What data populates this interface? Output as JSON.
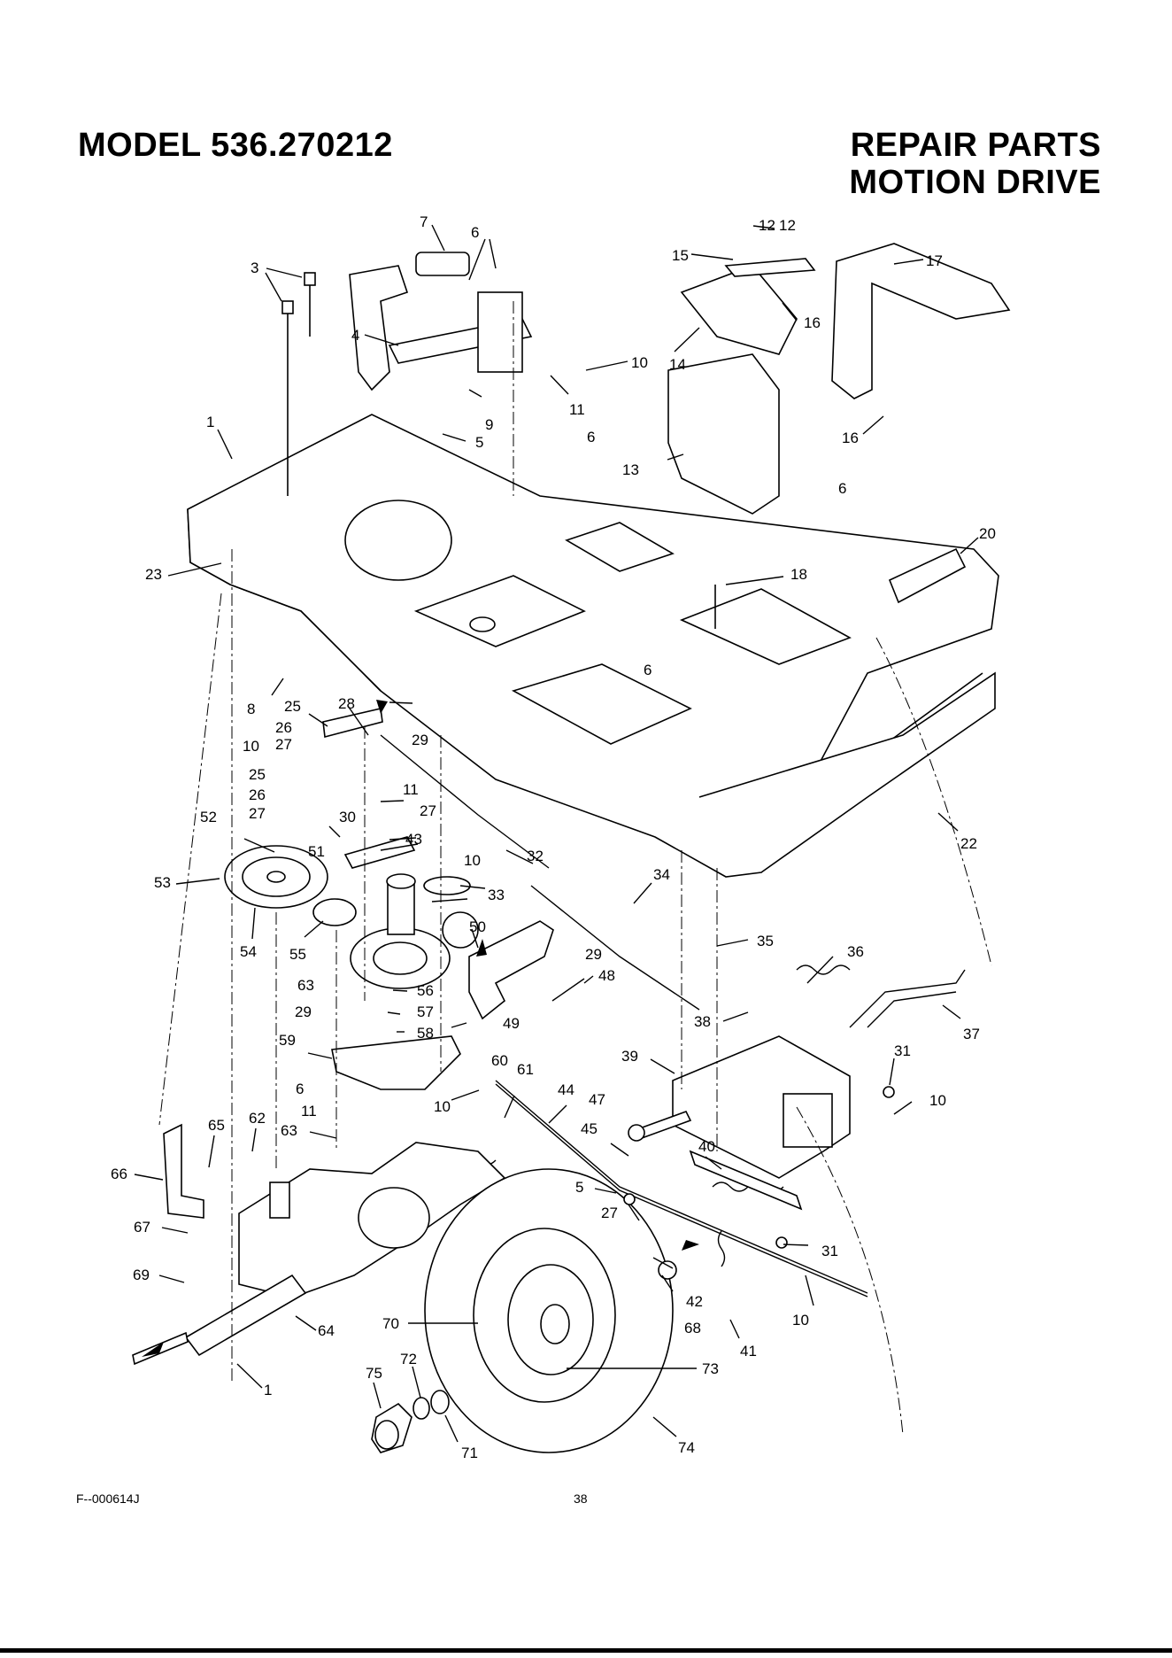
{
  "header": {
    "model": "MODEL 536.270212",
    "section_line1": "REPAIR PARTS",
    "section_line2": "MOTION DRIVE"
  },
  "callouts": [
    "1",
    "3",
    "4",
    "5",
    "6",
    "7",
    "8",
    "9",
    "10",
    "11",
    "12",
    "13",
    "14",
    "15",
    "16",
    "17",
    "18",
    "20",
    "22",
    "23",
    "25",
    "26",
    "27",
    "28",
    "29",
    "30",
    "31",
    "32",
    "33",
    "34",
    "35",
    "36",
    "37",
    "38",
    "39",
    "40",
    "41",
    "42",
    "43",
    "44",
    "45",
    "47",
    "48",
    "49",
    "50",
    "51",
    "52",
    "53",
    "54",
    "55",
    "56",
    "57",
    "58",
    "59",
    "60",
    "61",
    "62",
    "63",
    "64",
    "65",
    "66",
    "67",
    "68",
    "69",
    "70",
    "71",
    "72",
    "73",
    "74",
    "75"
  ],
  "footer": {
    "figure_code": "F--000614J",
    "page_number": "38"
  }
}
